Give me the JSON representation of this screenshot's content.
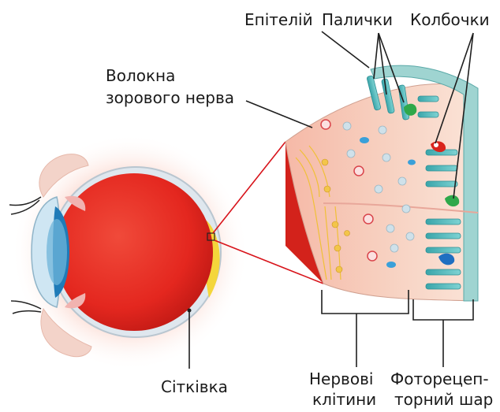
{
  "labels": {
    "epithelium": "Епітелій",
    "rods": "Палички",
    "cones": "Колбочки",
    "optic_fibers_line1": "Волокна",
    "optic_fibers_line2": "зорового нерва",
    "retina": "Сітківка",
    "nerve_cells_line1": "Нервові",
    "nerve_cells_line2": "клітини",
    "photoreceptor_line1": "Фоторецеп-",
    "photoreceptor_line2": "торний шар"
  },
  "colors": {
    "eyeball": "#e4271f",
    "eye_glow": "#f7b7a7",
    "tissue": "#f4c9b6",
    "nerve_fibers": "#f0c038",
    "rod": "#4fb8bc",
    "cone_red": "#d9241c",
    "cone_green": "#2fa84a",
    "cone_blue": "#1f6fc1",
    "zoom_lines": "#d8141b"
  }
}
